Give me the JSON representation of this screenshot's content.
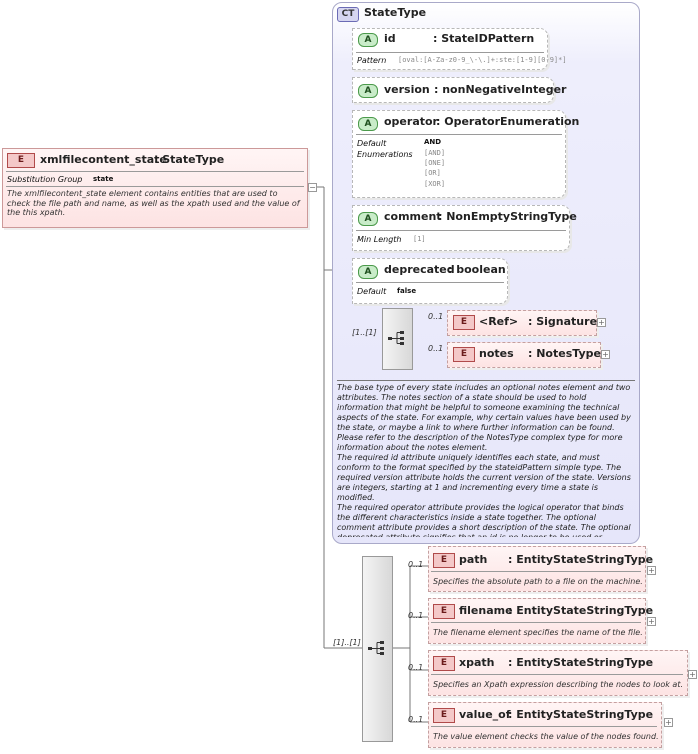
{
  "root": {
    "badge": "E",
    "name": "xmlfilecontent_state",
    "type": ": StateType",
    "sub_label": "Substitution Group",
    "sub_value": "state",
    "description": "The xmlfilecontent_state element contains entities that are used to check the file path and name, as well as the xpath used and the value of the this xpath."
  },
  "complex_type": {
    "badge": "CT",
    "name": "StateType",
    "attributes": [
      {
        "badge": "A",
        "name": "id",
        "type": ": StateIDPattern",
        "label": "Pattern",
        "value": "[oval:[A-Za-z0-9_\\-\\.]+:ste:[1-9][0-9]*]"
      },
      {
        "badge": "A",
        "name": "version",
        "type": ": nonNegativeInteger"
      },
      {
        "badge": "A",
        "name": "operator",
        "type": ": OperatorEnumeration",
        "label": "Default\nEnumerations",
        "default": "AND",
        "enums": [
          "[AND]",
          "[ONE]",
          "[OR]",
          "[XOR]"
        ]
      },
      {
        "badge": "A",
        "name": "comment",
        "type": ": NonEmptyStringType",
        "label": "Min Length",
        "value": "[1]"
      },
      {
        "badge": "A",
        "name": "deprecated",
        "type": ": boolean",
        "label": "Default",
        "value": "false"
      }
    ],
    "sequence_occurs": "[1..[1]",
    "children": [
      {
        "badge": "E",
        "occurs": "0..1",
        "name": "<Ref>",
        "type": ": Signature"
      },
      {
        "badge": "E",
        "occurs": "0..1",
        "name": "notes",
        "type": ": NotesType"
      }
    ],
    "documentation": "The base type of every state includes an optional notes element and two attributes. The notes section of a state should be used to hold information that might be helpful to someone examining the technical aspects of the state. For example, why certain values have been used by the state, or maybe a link to where further information can be found. Please refer to the description of the NotesType complex type for more information about the notes element.\nThe required id attribute uniquely identifies each state, and must conform to the format specified by the stateidPattern simple type. The required version attribute holds the current version of the state. Versions are integers, starting at 1 and incrementing every time a state is modified.\nThe required operator attribute provides the logical operator that binds the different characteristics inside a state together. The optional comment attribute provides a short description of the state. The optional deprecated attribute signifies that an id is no longer to be used or referenced but the i"
  },
  "sequence2": {
    "occurs": "[1]..[1]",
    "elements": [
      {
        "badge": "E",
        "occurs": "0..1",
        "name": "path",
        "type": ": EntityStateStringType",
        "description": "Specifies the absolute path to a file on the machine."
      },
      {
        "badge": "E",
        "occurs": "0..1",
        "name": "filename",
        "type": ": EntityStateStringType",
        "description": "The filename element specifies the name of the file."
      },
      {
        "badge": "E",
        "occurs": "0..1",
        "name": "xpath",
        "type": ": EntityStateStringType",
        "description": "Specifies an Xpath expression describing the nodes to look at."
      },
      {
        "badge": "E",
        "occurs": "0..1",
        "name": "value_of",
        "type": ": EntityStateStringType",
        "description": "The value element checks the value of the nodes found."
      }
    ]
  },
  "icons": {
    "expand": "plus-icon",
    "collapse": "minus-icon",
    "sequence": "sequence-icon"
  }
}
